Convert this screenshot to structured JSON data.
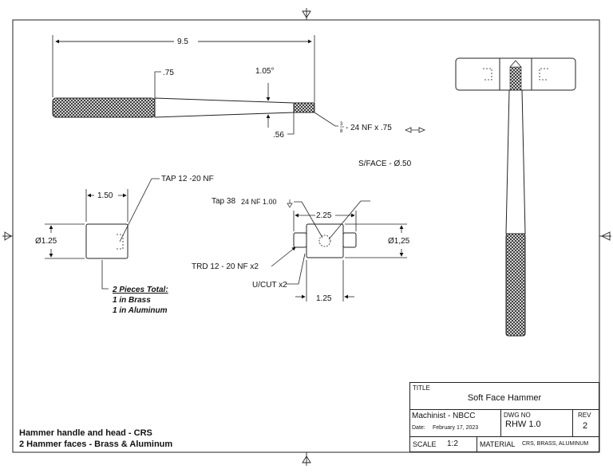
{
  "handle_view": {
    "length_dim": "9.5",
    "knurl_dim": ".75",
    "taper_angle": "1.05°",
    "tip_dim": ".56",
    "thread_callout": "- 24 NF x .75",
    "thread_frac_num": "3",
    "thread_frac_den": "8",
    "face_note": "S/FACE - Ø.50"
  },
  "face_view": {
    "tap_note": "TAP 12 -20 NF",
    "length_dim": "1.50",
    "dia_dim": "Ø1.25",
    "pieces_title": "2 Pieces Total:",
    "pieces_line1": "1 in Brass",
    "pieces_line2": "1 in Aluminum"
  },
  "head_view": {
    "tap_note": "Tap 38",
    "tap_note2": "24 NF 1.00",
    "length_dim": "2.25",
    "dia_dim": "Ø1,25",
    "thread_note": "TRD 12 - 20 NF x2",
    "undercut_note": "U/CUT x2",
    "width_dim": "1.25"
  },
  "notes": {
    "line1": "Hammer handle and head - CRS",
    "line2": "2 Hammer faces - Brass & Aluminum"
  },
  "title_block": {
    "title_label": "TITLE",
    "title": "Soft Face Hammer",
    "machinist": "Machinist - NBCC",
    "date_label": "Date:",
    "date": "February 17, 2023",
    "dwg_no_label": "DWG NO",
    "dwg_no": "RHW 1.0",
    "rev_label": "REV",
    "rev": "2",
    "scale_label": "SCALE",
    "scale": "1:2",
    "material_label": "MATERIAL",
    "material": "CRS, BRASS, ALUMINUM"
  }
}
